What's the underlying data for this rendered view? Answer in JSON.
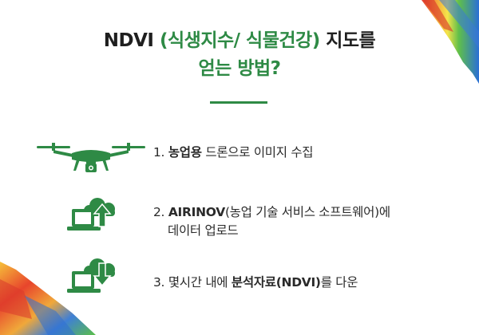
{
  "title": {
    "line1_prefix": "NDVI ",
    "line1_green": "(식생지수/ 식물건강)",
    "line1_suffix": " 지도를",
    "line2": "얻는 방법?"
  },
  "steps": [
    {
      "number": "1.",
      "bold": "농업용",
      "rest": " 드론으로 이미지 수집",
      "icon": "drone-icon"
    },
    {
      "number": "2.",
      "bold": "AIRINOV",
      "rest": "(농업 기술 서비스 소프트웨어)에",
      "line2": "데이터 업로드",
      "icon": "laptop-upload-icon"
    },
    {
      "number": "3.",
      "pre": "몇시간 내에 ",
      "bold": "분석자료(NDVI)",
      "rest": "를 다운",
      "icon": "laptop-download-icon"
    }
  ],
  "colors": {
    "accent": "#2e8a45",
    "text": "#2a2a2a"
  }
}
